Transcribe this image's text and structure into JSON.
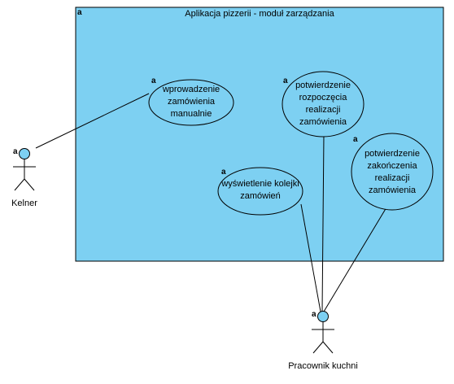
{
  "system": {
    "title": "Aplikacja pizzerii - moduł zarządzania",
    "fill_color": "#7dd0f2",
    "stereotype_mark": "a"
  },
  "actors": [
    {
      "id": "kelner",
      "name": "Kelner",
      "mark": "a",
      "head_color": "#7dd0f2"
    },
    {
      "id": "pracownik",
      "name": "Pracownik kuchni",
      "mark": "a",
      "head_color": "#7dd0f2"
    }
  ],
  "use_cases": [
    {
      "id": "uc1",
      "mark": "a",
      "lines": [
        "wprowadzenie",
        "zamówienia",
        "manualnie"
      ]
    },
    {
      "id": "uc2",
      "mark": "a",
      "lines": [
        "potwierdzenie",
        "rozpoczęcia",
        "realizacji",
        "zamówienia"
      ]
    },
    {
      "id": "uc3",
      "mark": "a",
      "lines": [
        "potwierdzenie",
        "zakończenia",
        "realizacji",
        "zamówienia"
      ]
    },
    {
      "id": "uc4",
      "mark": "a",
      "lines": [
        "wyświetlenie kolejki",
        "zamówień"
      ]
    }
  ],
  "associations": [
    {
      "actor": "kelner",
      "use_case": "uc1"
    },
    {
      "actor": "pracownik",
      "use_case": "uc2"
    },
    {
      "actor": "pracownik",
      "use_case": "uc3"
    },
    {
      "actor": "pracownik",
      "use_case": "uc4"
    }
  ]
}
